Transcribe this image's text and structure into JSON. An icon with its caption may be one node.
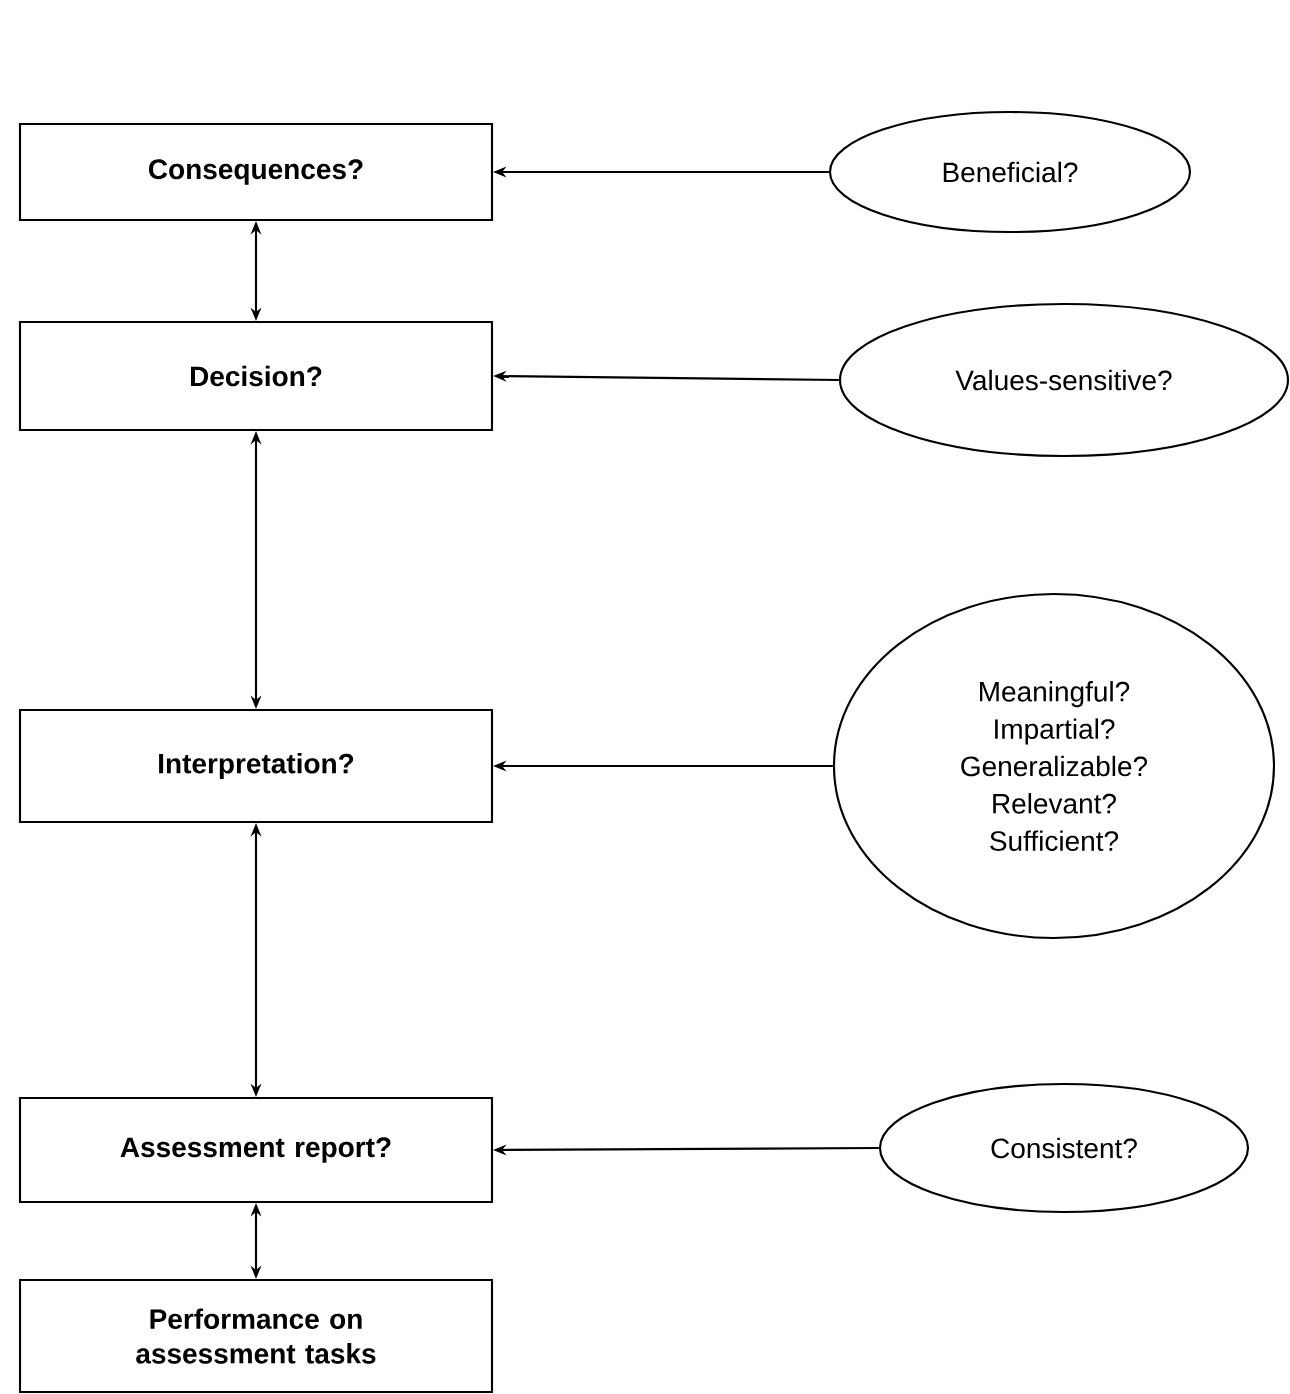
{
  "diagram": {
    "nodes": [
      {
        "text": [
          "Consequences?"
        ]
      },
      {
        "text": [
          "Beneficial?"
        ]
      },
      {
        "text": [
          "Decision?"
        ]
      },
      {
        "text": [
          "Values-sensitive?"
        ]
      },
      {
        "text": [
          "Interpretation?"
        ]
      },
      {
        "text": [
          "Meaningful?",
          "Impartial?",
          "Generalizable?",
          "Relevant?",
          "Sufficient?"
        ]
      },
      {
        "text": [
          "Assessment report?"
        ]
      },
      {
        "text": [
          "Consistent?"
        ]
      },
      {
        "text": [
          "Performance on assessment tasks"
        ]
      }
    ],
    "edges": [
      {
        "from": 1,
        "to": 0,
        "arrow": "to"
      },
      {
        "from": 0,
        "to": 2,
        "arrow": "both"
      },
      {
        "from": 3,
        "to": 2,
        "arrow": "to"
      },
      {
        "from": 2,
        "to": 4,
        "arrow": "both"
      },
      {
        "from": 5,
        "to": 4,
        "arrow": "to"
      },
      {
        "from": 4,
        "to": 6,
        "arrow": "both"
      },
      {
        "from": 7,
        "to": 6,
        "arrow": "to"
      },
      {
        "from": 6,
        "to": 8,
        "arrow": "both"
      }
    ]
  }
}
